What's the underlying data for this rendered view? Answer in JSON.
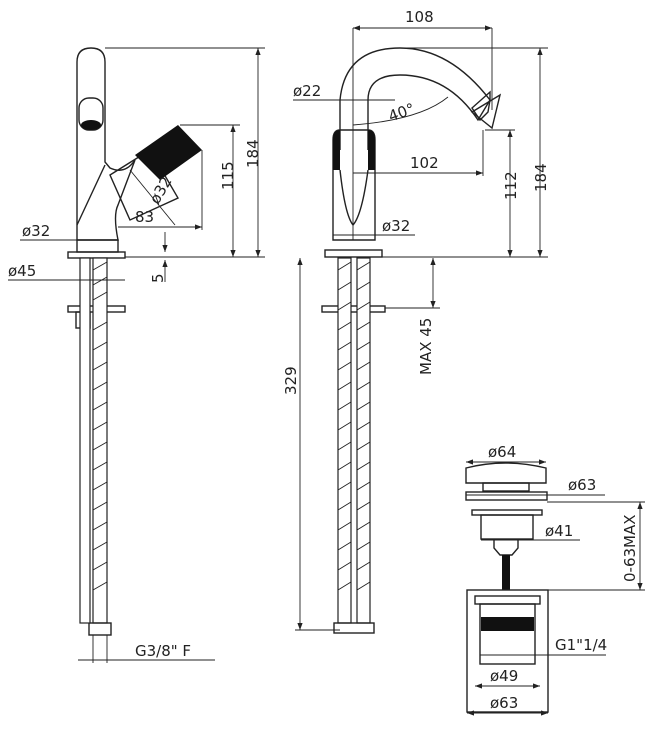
{
  "title": "Bidet mixer technical drawing",
  "side_view": {
    "height_total": "184",
    "height_handle": "115",
    "handle_reach": "83",
    "handle_diameter": "ø32",
    "body_diameter": "ø32",
    "base_diameter": "ø45",
    "base_thickness": "5",
    "hose_connection": "G3/8\" F"
  },
  "front_view": {
    "spout_width": "108",
    "spout_diameter": "ø22",
    "spout_angle": "40°",
    "spout_reach": "102",
    "outlet_height": "112",
    "height_total": "184",
    "body_diameter": "ø32",
    "max_deck_thickness": "MAX 45",
    "hose_length": "329"
  },
  "waste_view": {
    "cap_diameter": "ø64",
    "flange_diameter": "ø63",
    "stem_diameter": "ø41",
    "adjustment_range": "0-63MAX",
    "thread": "G1\"1/4",
    "body_inner_diameter": "ø49",
    "body_outer_diameter": "ø63"
  }
}
